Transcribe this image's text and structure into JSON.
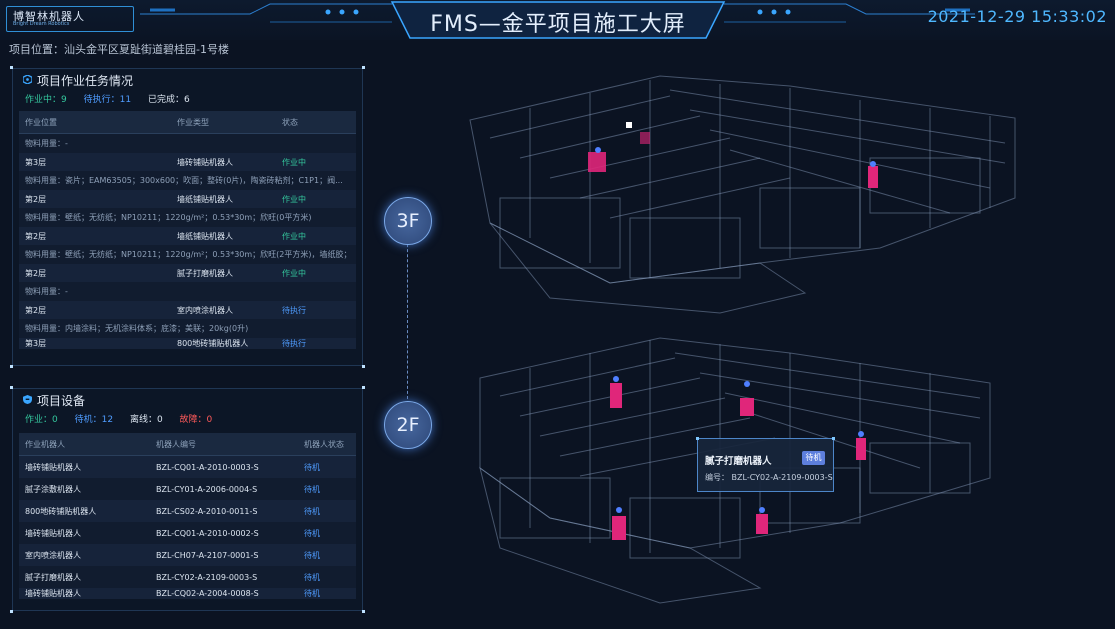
{
  "header": {
    "brand_cn": "博智林机器人",
    "brand_en": "Bright Dream Robotics",
    "title": "FMS—金平项目施工大屏",
    "datetime": "2021-12-29 15:33:02"
  },
  "project": {
    "location_label": "项目位置：",
    "location": "汕头金平区夏趾街道碧桂园-1号楼"
  },
  "tasks": {
    "title": "项目作业任务情况",
    "stats": {
      "working": "作业中：9",
      "pending": "待执行：11",
      "done": "已完成：6"
    },
    "columns": [
      "作业位置",
      "作业类型",
      "状态"
    ],
    "first_material": "物料用量：-",
    "rows": [
      {
        "location": "第3层",
        "type": "墙砖铺贴机器人",
        "status": "作业中",
        "material": "物料用量：瓷片；EAM63505；300x600；吹面；整砖(0片)，陶瓷砖粘剂；C1P1；阀..."
      },
      {
        "location": "第2层",
        "type": "墙纸铺贴机器人",
        "status": "作业中",
        "material": "物料用量：壁纸；无纺纸；NP10211；1220g/m²；0.53*30m；欣旺(0平方米)"
      },
      {
        "location": "第2层",
        "type": "墙纸铺贴机器人",
        "status": "作业中",
        "material": "物料用量：壁纸；无纺纸；NP10211；1220g/m²；0.53*30m；欣旺(2平方米)，墙纸胶；"
      },
      {
        "location": "第2层",
        "type": "腻子打磨机器人",
        "status": "作业中",
        "material": "物料用量：-"
      },
      {
        "location": "第2层",
        "type": "室内喷涂机器人",
        "status": "待执行",
        "material": "物料用量：内墙涂料；无机涂料体系；底漆；美联；20kg(0升)"
      },
      {
        "location": "第3层",
        "type": "800地砖铺贴机器人",
        "status": "待执行",
        "material": ""
      }
    ]
  },
  "equipment": {
    "title": "项目设备",
    "stats": {
      "working": "作业：0",
      "standby": "待机：12",
      "offline": "离线：0",
      "fault": "故障：0"
    },
    "columns": [
      "作业机器人",
      "机器人编号",
      "机器人状态"
    ],
    "rows": [
      {
        "robot": "墙砖铺贴机器人",
        "code": "BZL-CQ01-A-2010-0003-S",
        "status": "待机"
      },
      {
        "robot": "腻子涂敷机器人",
        "code": "BZL-CY01-A-2006-0004-S",
        "status": "待机"
      },
      {
        "robot": "800地砖铺贴机器人",
        "code": "BZL-CS02-A-2010-0011-S",
        "status": "待机"
      },
      {
        "robot": "墙砖铺贴机器人",
        "code": "BZL-CQ01-A-2010-0002-S",
        "status": "待机"
      },
      {
        "robot": "室内喷涂机器人",
        "code": "BZL-CH07-A-2107-0001-S",
        "status": "待机"
      },
      {
        "robot": "腻子打磨机器人",
        "code": "BZL-CY02-A-2109-0003-S",
        "status": "待机"
      },
      {
        "robot": "墙砖铺贴机器人",
        "code": "BZL-CQ02-A-2004-0008-S",
        "status": "待机"
      }
    ]
  },
  "floors": {
    "upper": "3F",
    "lower": "2F"
  },
  "tooltip": {
    "name": "腻子打磨机器人",
    "status": "待机",
    "code_label": "编号：",
    "code": "BZL-CY02-A-2109-0003-S"
  },
  "colors": {
    "accent": "#3aa6ff",
    "working": "#34c79d",
    "pending": "#4f9cff",
    "fault": "#ff5a5a",
    "robot": "#e0267a"
  }
}
